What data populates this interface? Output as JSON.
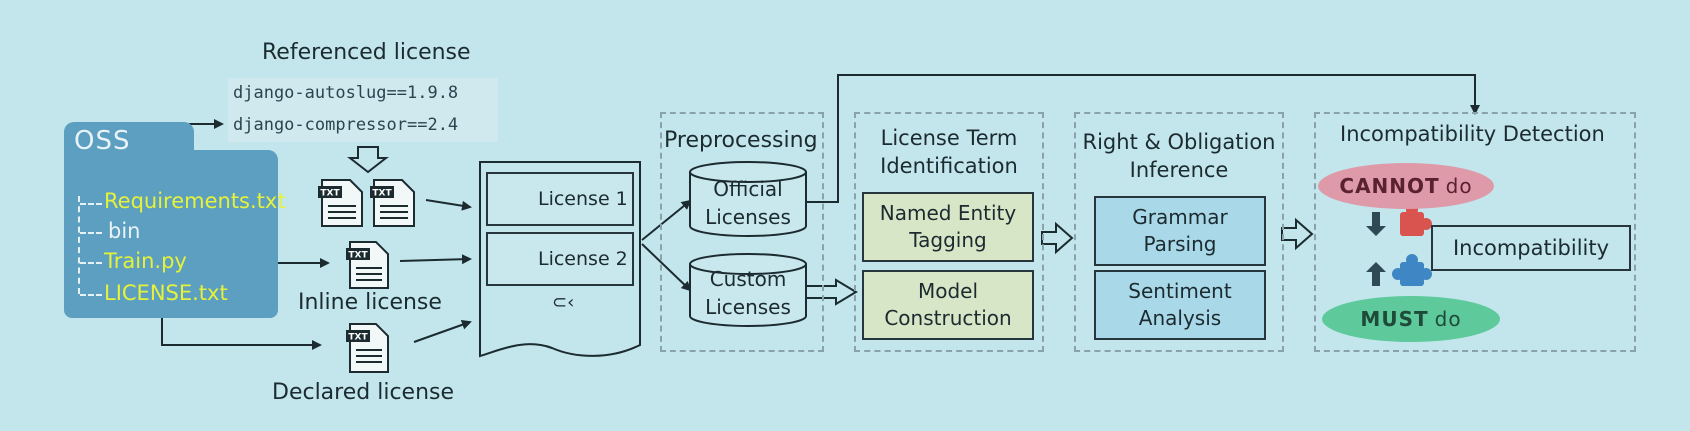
{
  "oss": {
    "title": "OSS",
    "files": [
      "Requirements.txt",
      "bin",
      "Train.py",
      "LICENSE.txt"
    ]
  },
  "sources": {
    "referenced_title": "Referenced license",
    "code_lines": [
      "django-autoslug==1.9.8",
      "django-compressor==2.4"
    ],
    "inline_label": "Inline license",
    "declared_label": "Declared license",
    "file_icon_text": "TXT"
  },
  "licenses": {
    "items": [
      "License 1",
      "License 2"
    ],
    "more_glyph": "⊂‹"
  },
  "preprocessing": {
    "title": "Preprocessing",
    "official": [
      "Official",
      "Licenses"
    ],
    "custom": [
      "Custom",
      "Licenses"
    ]
  },
  "term_identification": {
    "title": [
      "License Term",
      "Identification"
    ],
    "boxes": [
      [
        "Named Entity",
        "Tagging"
      ],
      [
        "Model",
        "Construction"
      ]
    ]
  },
  "inference": {
    "title": [
      "Right & Obligation",
      "Inference"
    ],
    "boxes": [
      [
        "Grammar",
        "Parsing"
      ],
      [
        "Sentiment",
        "Analysis"
      ]
    ]
  },
  "incompatibility": {
    "title": "Incompatibility Detection",
    "cannot": "CANNOT",
    "must": "MUST",
    "do_word": "do",
    "result": "Incompatibility"
  },
  "colors": {
    "background": "#c2e6ec",
    "folder": "#5d9fc0",
    "highlight_file": "#e6f23a",
    "green_box": "#d6e6c6",
    "blue_box": "#a9d8e8",
    "cannot_pill": "#de9aa8",
    "must_pill": "#5ec99a",
    "puzzle_red": "#d9534f",
    "puzzle_blue": "#3f86c4"
  }
}
